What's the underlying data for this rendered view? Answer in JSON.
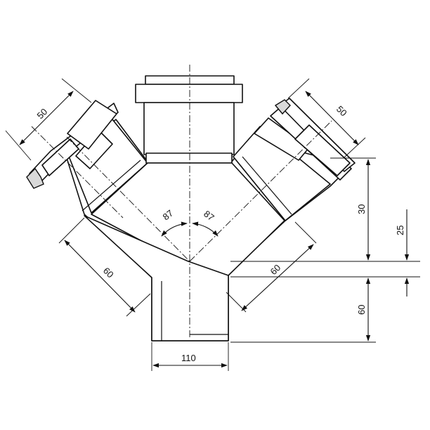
{
  "dimensions": {
    "branch_left_socket": "50",
    "branch_right_socket": "50",
    "branch_left_length": "60",
    "branch_right_length": "60",
    "angle_left": "87",
    "angle_right": "87",
    "right_height_upper": "30",
    "right_height_small": "25",
    "right_height_lower": "60",
    "base_width": "110"
  }
}
